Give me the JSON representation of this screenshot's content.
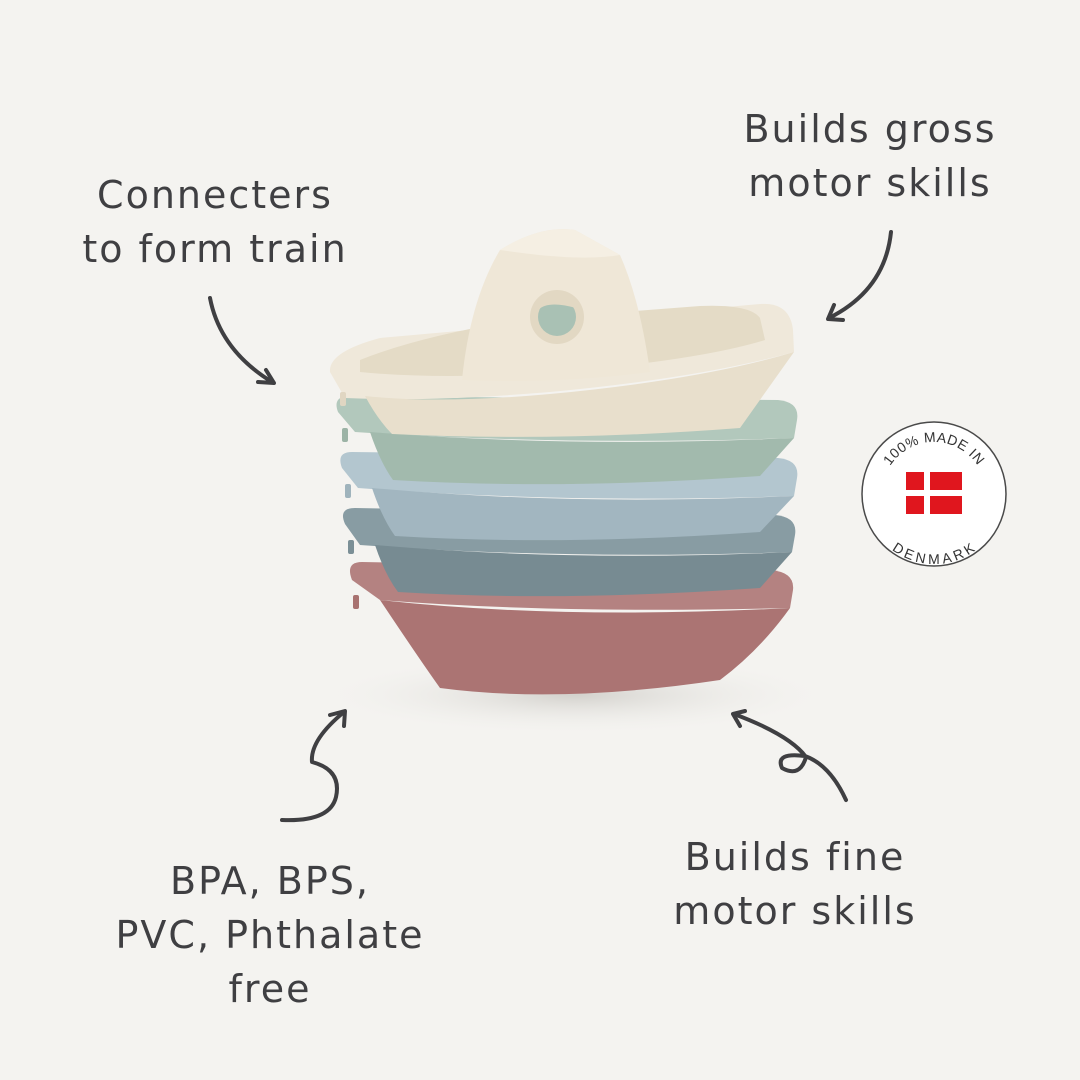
{
  "background_color": "#f4f3f0",
  "annotations": {
    "connecters": {
      "line1": "Connecters",
      "line2": "to form train"
    },
    "gross_motor": {
      "line1": "Builds gross",
      "line2": "motor skills"
    },
    "materials": {
      "line1": "BPA, BPS,",
      "line2": "PVC, Phthalate",
      "line3": "free"
    },
    "fine_motor": {
      "line1": "Builds fine",
      "line2": "motor skills"
    }
  },
  "badge": {
    "top_text": "100% MADE IN",
    "bottom_text": "DENMARK",
    "flag": "denmark-flag",
    "flag_color": "#e0161e"
  },
  "product": {
    "name": "stacking boats",
    "boat_colors": [
      "#ece4d4",
      "#a9c1b4",
      "#a8bcc6",
      "#7f939a",
      "#b07a79"
    ]
  },
  "text_color": "#3f3f42"
}
